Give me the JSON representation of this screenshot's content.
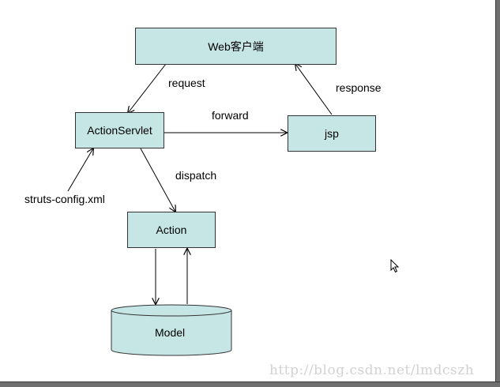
{
  "nodes": {
    "web_client": "Web客户端",
    "action_servlet": "ActionServlet",
    "jsp": "jsp",
    "action": "Action",
    "model": "Model"
  },
  "edge_labels": {
    "request": "request",
    "response": "response",
    "forward": "forward",
    "dispatch": "dispatch",
    "struts_config": "struts-config.xml"
  },
  "watermark": "http://blog.csdn.net/lmdcszh",
  "colors": {
    "node_fill": "#c6e6e6",
    "line": "#000000"
  }
}
